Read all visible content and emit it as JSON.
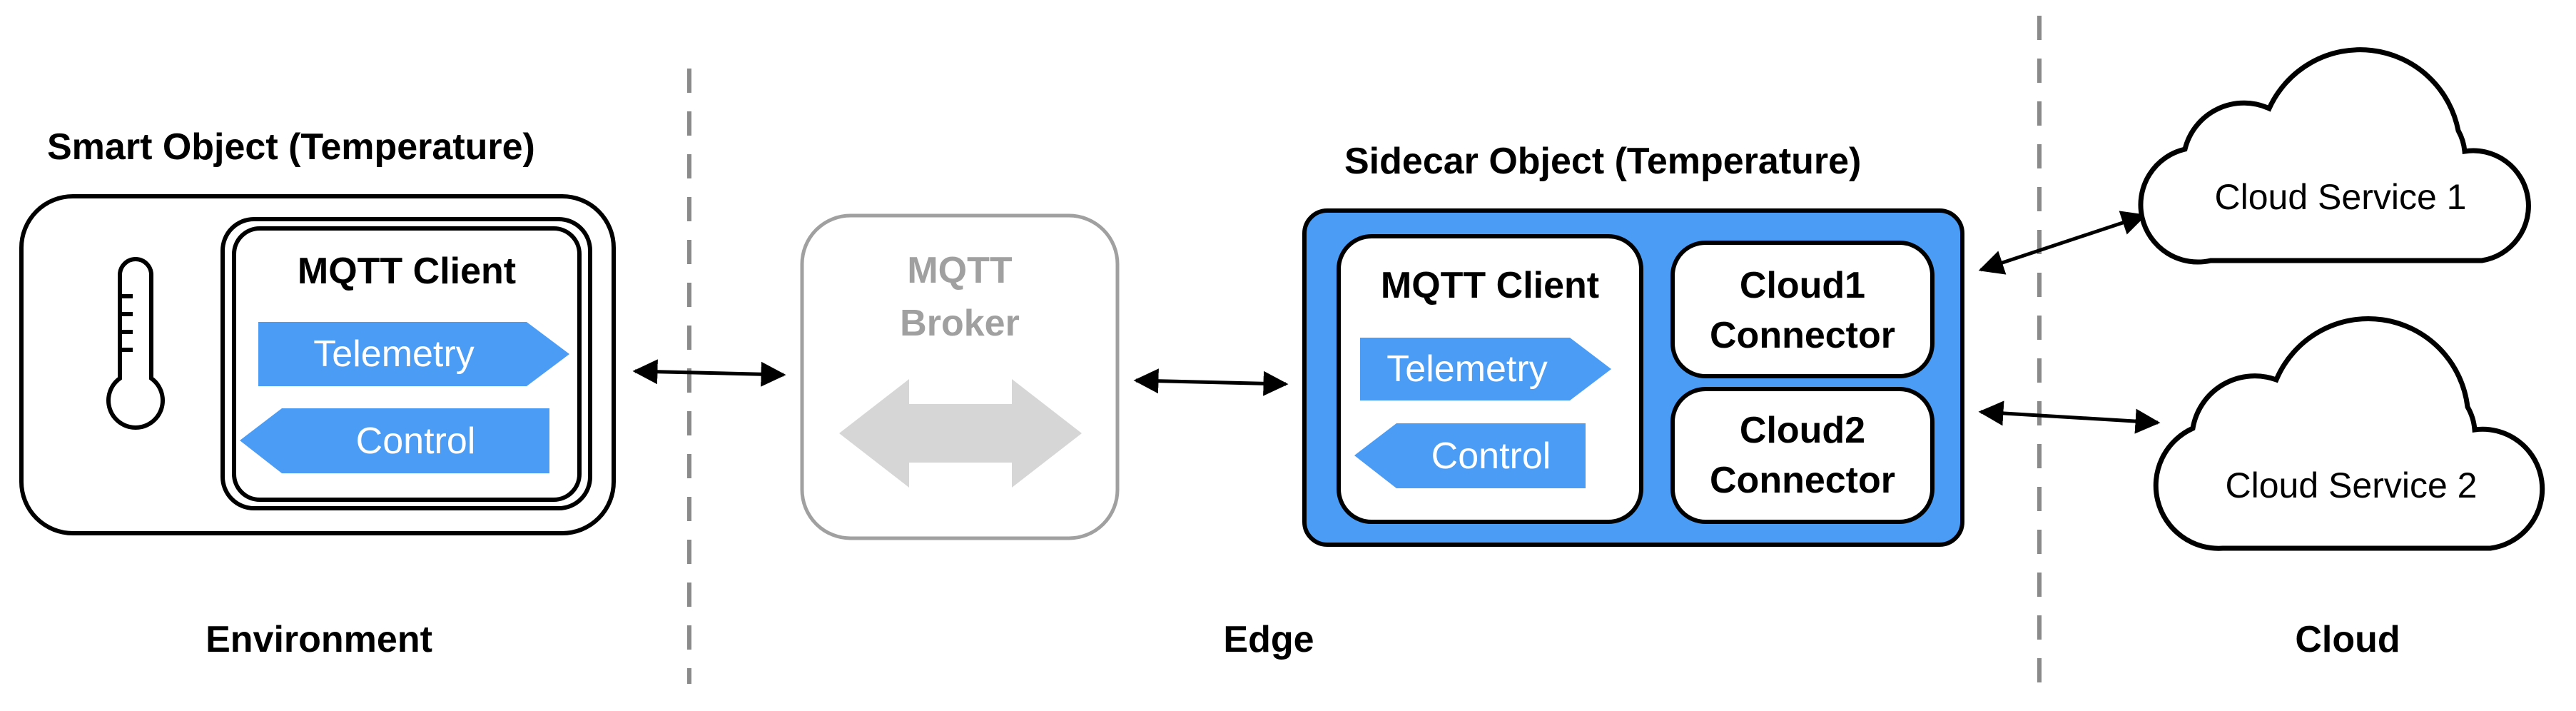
{
  "sections": {
    "environment": "Environment",
    "edge": "Edge",
    "cloud": "Cloud"
  },
  "smart_object": {
    "title": "Smart Object (Temperature)",
    "client_title": "MQTT Client",
    "telemetry": "Telemetry",
    "control": "Control",
    "icon": "thermometer-icon"
  },
  "broker": {
    "line1": "MQTT",
    "line2": "Broker",
    "icon": "bidirectional-arrow-icon"
  },
  "sidecar_object": {
    "title": "Sidecar Object (Temperature)",
    "client_title": "MQTT Client",
    "telemetry": "Telemetry",
    "control": "Control",
    "connector1": {
      "line1": "Cloud1",
      "line2": "Connector"
    },
    "connector2": {
      "line1": "Cloud2",
      "line2": "Connector"
    }
  },
  "clouds": [
    {
      "label": "Cloud Service 1",
      "icon": "cloud-icon"
    },
    {
      "label": "Cloud Service 2",
      "icon": "cloud-icon"
    }
  ],
  "colors": {
    "accent_blue": "#4a9cf5",
    "broker_gray": "#a0a0a0",
    "broker_arrow_gray": "#d6d6d6",
    "divider_gray": "#8a8a8a",
    "stroke": "#000000"
  }
}
